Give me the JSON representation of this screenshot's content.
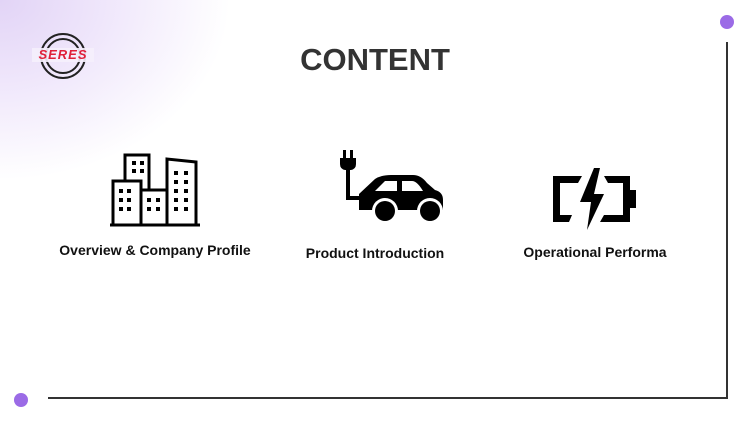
{
  "logo": {
    "text": "SERES"
  },
  "title": "CONTENT",
  "items": [
    {
      "label": "Overview & Company Profile",
      "icon": "buildings-icon"
    },
    {
      "label": "Product Introduction",
      "icon": "electric-car-icon"
    },
    {
      "label": "Operational Performa",
      "icon": "battery-charging-icon"
    }
  ],
  "colors": {
    "accent": "#9b6be6",
    "logo": "#e0203a"
  }
}
